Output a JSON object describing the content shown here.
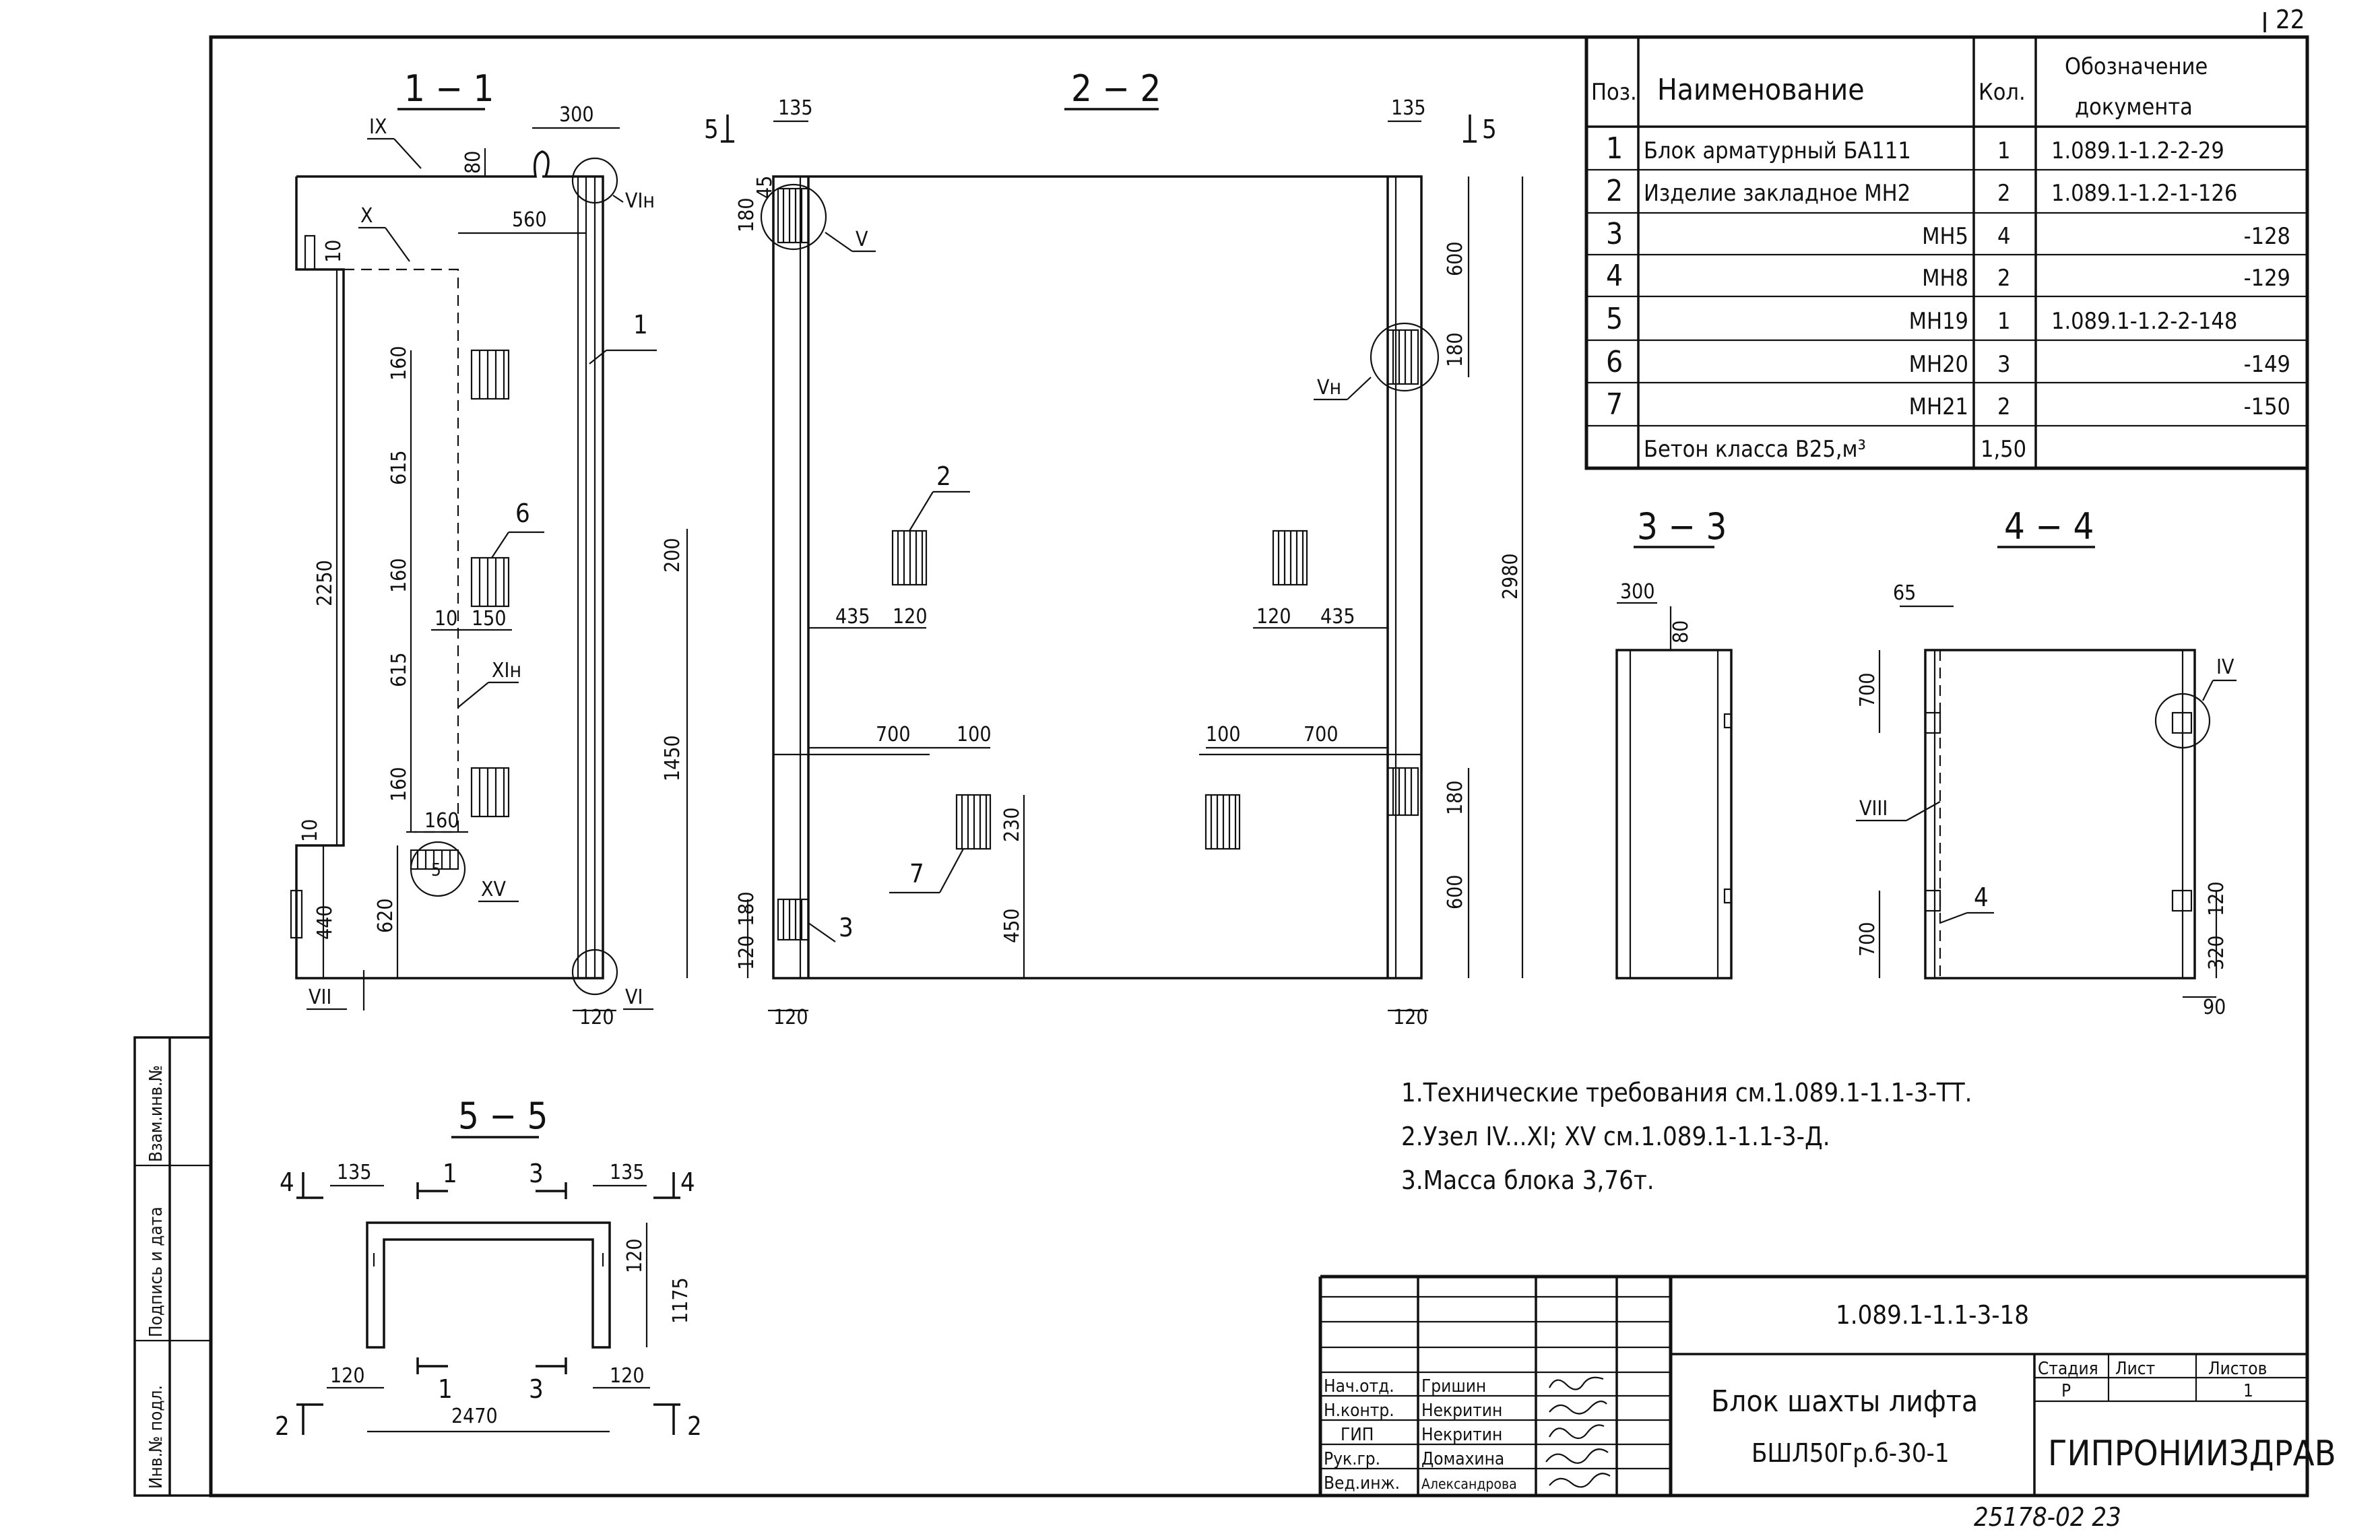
{
  "page_number": "22",
  "sections": {
    "s11": "1 − 1",
    "s22": "2 − 2",
    "s33": "3 − 3",
    "s44": "4 − 4",
    "s55": "5 − 5"
  },
  "spec_table": {
    "headers": {
      "pos": "Поз.",
      "name": "Наименование",
      "qty": "Кол.",
      "doc_line1": "Обозначение",
      "doc_line2": "документа"
    },
    "rows": [
      {
        "pos": "1",
        "name": "Блок арматурный  БА111",
        "qty": "1",
        "doc": "1.089.1-1.2-2-29"
      },
      {
        "pos": "2",
        "name": "Изделие закладное МН2",
        "qty": "2",
        "doc": "1.089.1-1.2-1-126"
      },
      {
        "pos": "3",
        "name": "МН5",
        "qty": "4",
        "doc": "-128"
      },
      {
        "pos": "4",
        "name": "МН8",
        "qty": "2",
        "doc": "-129"
      },
      {
        "pos": "5",
        "name": "МН19",
        "qty": "1",
        "doc": "1.089.1-1.2-2-148"
      },
      {
        "pos": "6",
        "name": "МН20",
        "qty": "3",
        "doc": "-149"
      },
      {
        "pos": "7",
        "name": "МН21",
        "qty": "2",
        "doc": "-150"
      },
      {
        "pos": "",
        "name": "Бетон класса  В25,м³",
        "qty": "1,50",
        "doc": ""
      }
    ]
  },
  "notes": [
    "1.Технические требования см.1.089.1-1.1-3-ТТ.",
    "2.Узел IV...XI; XV см.1.089.1-1.1-3-Д.",
    "3.Масса блока 3,76т."
  ],
  "sidebar": {
    "inv_podl": "Инв.№ подл.",
    "podpis": "Подпись и дата",
    "vzam": "Взам.инв.№"
  },
  "title_block": {
    "doc_code": "1.089.1-1.1-3-18",
    "title_line1": "Блок шахты лифта",
    "title_line2": "БШЛ50Гр.б-30-1",
    "stage_label": "Стадия",
    "sheet_label": "Лист",
    "sheets_label": "Листов",
    "stage_value": "Р",
    "sheets_value": "1",
    "organization": "ГИПРОНИИЗДРАВ",
    "roles": [
      {
        "role": "Нач.отд.",
        "name": "Гришин"
      },
      {
        "role": "Н.контр.",
        "name": "Некритин"
      },
      {
        "role": "ГИП",
        "name": "Некритин"
      },
      {
        "role": "Рук.гр.",
        "name": "Домахина"
      },
      {
        "role": "Вед.инж.",
        "name": "Александрова"
      }
    ]
  },
  "archive_number": "25178-02  23",
  "labels": {
    "pos1": "1",
    "pos2": "2",
    "pos3": "3",
    "pos4": "4",
    "pos5": "5",
    "pos6": "6",
    "pos7": "7",
    "n_IX": "IX",
    "n_X": "X",
    "n_VIn": "VIн",
    "n_XIn": "XIн",
    "n_XV": "XV",
    "n_VII": "VII",
    "n_VI": "VI",
    "n_V": "V",
    "n_Vn": "Vн",
    "n_VIII": "VIII",
    "n_IV": "IV",
    "cut5": "5",
    "cut4": "4",
    "cut1": "1",
    "cut3": "3",
    "cut2": "2"
  },
  "dims": {
    "d300": "300",
    "d80": "80",
    "d560": "560",
    "d10": "10",
    "d160": "160",
    "d615": "615",
    "d150": "150",
    "d2250": "2250",
    "d440": "440",
    "d620": "620",
    "d120": "120",
    "d135": "135",
    "d45": "45",
    "d180": "180",
    "d200": "200",
    "d435": "435",
    "d700": "700",
    "d100": "100",
    "d230": "230",
    "d1450": "1450",
    "d450": "450",
    "d600": "600",
    "d2980": "2980",
    "d65": "65",
    "d320": "320",
    "d90": "90",
    "d1175": "1175",
    "d2470": "2470"
  }
}
